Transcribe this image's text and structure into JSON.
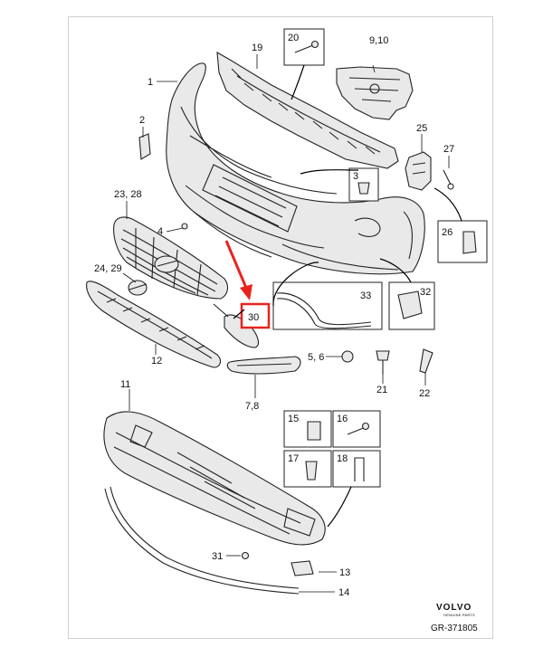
{
  "labels": {
    "p1": "1",
    "p2": "2",
    "p3": "3",
    "p4": "4",
    "p5_6": "5, 6",
    "p7_8": "7,8",
    "p9_10": "9,10",
    "p11": "11",
    "p12": "12",
    "p13": "13",
    "p14": "14",
    "p15": "15",
    "p16": "16",
    "p17": "17",
    "p18": "18",
    "p19": "19",
    "p20": "20",
    "p21": "21",
    "p22": "22",
    "p23_28": "23, 28",
    "p24_29": "24, 29",
    "p25": "25",
    "p26": "26",
    "p27": "27",
    "p30": "30",
    "p31": "31",
    "p32": "32",
    "p33": "33"
  },
  "brand": {
    "name": "VOLVO",
    "subtitle": "GENUINE PARTS",
    "ref": "GR-371805"
  },
  "colors": {
    "highlight": "#e8231c",
    "line": "#222222"
  }
}
